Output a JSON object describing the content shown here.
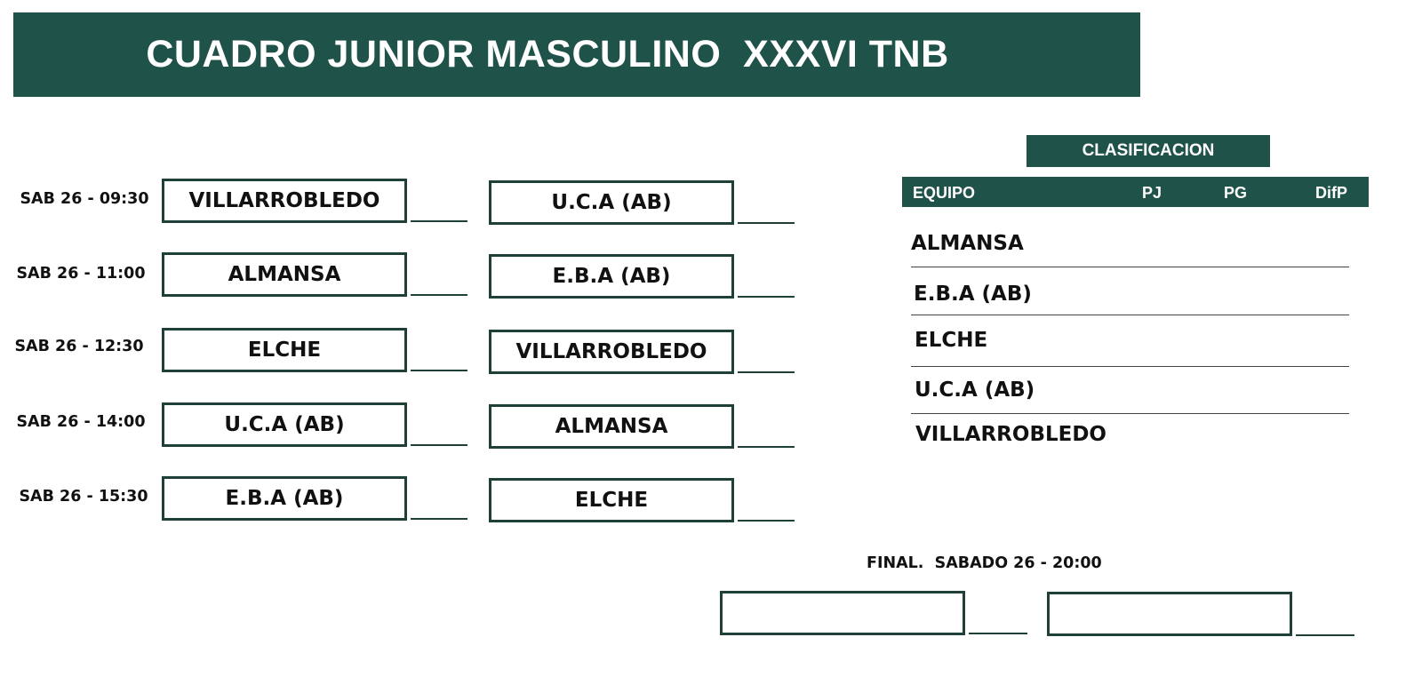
{
  "header": {
    "title": "CUADRO JUNIOR MASCULINO  XXXVI TNB"
  },
  "matches": [
    {
      "time": "SAB 26 - 09:30",
      "home": "VILLARROBLEDO",
      "away": "U.C.A (AB)"
    },
    {
      "time": "SAB 26 - 11:00",
      "home": "ALMANSA",
      "away": "E.B.A (AB)"
    },
    {
      "time": "SAB 26 - 12:30",
      "home": "ELCHE",
      "away": "VILLARROBLEDO"
    },
    {
      "time": "SAB 26 - 14:00",
      "home": "U.C.A (AB)",
      "away": "ALMANSA"
    },
    {
      "time": "SAB 26 - 15:30",
      "home": "E.B.A (AB)",
      "away": "ELCHE"
    }
  ],
  "classification": {
    "title": "CLASIFICACION",
    "columns": [
      "EQUIPO",
      "PJ",
      "PG",
      "DifP"
    ],
    "teams": [
      "ALMANSA",
      "E.B.A (AB)",
      "ELCHE",
      "U.C.A (AB)",
      "VILLARROBLEDO"
    ]
  },
  "final": {
    "label": "FINAL.  SABADO 26 - 20:00",
    "home": "",
    "away": ""
  },
  "colors": {
    "header_green": "#1f5249",
    "border": "#1f3f39"
  }
}
